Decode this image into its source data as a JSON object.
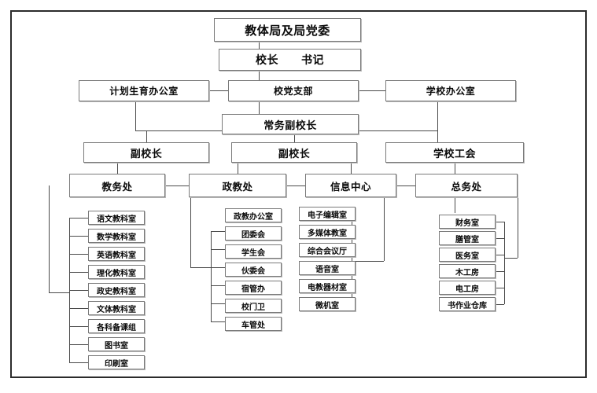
{
  "chart": {
    "type": "org-chart",
    "title_text": "",
    "levels": {
      "level1": [
        {
          "id": "bureau",
          "label": "教体局及局党委"
        }
      ],
      "level2": [
        {
          "id": "principal",
          "label": "校长　　书记"
        }
      ],
      "level3": [
        {
          "id": "family-planning-office",
          "label": "计划生育办公室"
        },
        {
          "id": "party-branch",
          "label": "校党支部"
        },
        {
          "id": "school-office",
          "label": "学校办公室"
        }
      ],
      "level4": [
        {
          "id": "executive-vice-principal",
          "label": "常务副校长"
        }
      ],
      "level5": [
        {
          "id": "vice-principal-1",
          "label": "副校长"
        },
        {
          "id": "vice-principal-2",
          "label": "副校长"
        },
        {
          "id": "labor-union",
          "label": "学校工会"
        }
      ],
      "departments": [
        {
          "id": "academic-affairs",
          "label": "教务处"
        },
        {
          "id": "moral-education",
          "label": "政教处"
        },
        {
          "id": "information-center",
          "label": "信息中心"
        },
        {
          "id": "general-affairs",
          "label": "总务处"
        }
      ]
    },
    "groups": [
      {
        "parent": "academic-affairs",
        "side": "left",
        "items": [
          {
            "id": "chinese-room",
            "label": "语文教科室"
          },
          {
            "id": "math-room",
            "label": "数学教科室"
          },
          {
            "id": "english-room",
            "label": "英语教科室"
          },
          {
            "id": "physics-chem-room",
            "label": "理化教科室"
          },
          {
            "id": "politics-history-room",
            "label": "政史教科室"
          },
          {
            "id": "arts-pe-room",
            "label": "文体教科室"
          },
          {
            "id": "lesson-prep-groups",
            "label": "各科备课组"
          },
          {
            "id": "library",
            "label": "图书室"
          },
          {
            "id": "print-room",
            "label": "印刷室"
          }
        ]
      },
      {
        "parent": "moral-education",
        "side": "left",
        "items": [
          {
            "id": "moral-edu-office",
            "label": "政教办公室"
          },
          {
            "id": "youth-league",
            "label": "团委会"
          },
          {
            "id": "student-union",
            "label": "学生会"
          },
          {
            "id": "canteen-committee",
            "label": "伙委会"
          },
          {
            "id": "dorm-office",
            "label": "宿管办"
          },
          {
            "id": "school-gate-guard",
            "label": "校门卫"
          },
          {
            "id": "vehicle-office",
            "label": "车管处"
          }
        ]
      },
      {
        "parent": "information-center",
        "side": "right",
        "items": [
          {
            "id": "electronic-editing-room",
            "label": "电子编辑室"
          },
          {
            "id": "multimedia-classroom",
            "label": "多媒体教室"
          },
          {
            "id": "conference-hall",
            "label": "综合会议厅"
          },
          {
            "id": "language-lab",
            "label": "语音室"
          },
          {
            "id": "av-equipment-room",
            "label": "电教器材室"
          },
          {
            "id": "computer-room",
            "label": "微机室"
          }
        ]
      },
      {
        "parent": "general-affairs",
        "side": "right",
        "items": [
          {
            "id": "finance-room",
            "label": "财务室"
          },
          {
            "id": "dining-management-room",
            "label": "膳管室"
          },
          {
            "id": "medical-room",
            "label": "医务室"
          },
          {
            "id": "carpentry-workshop",
            "label": "木工房"
          },
          {
            "id": "electrical-workshop",
            "label": "电工房"
          },
          {
            "id": "textbook-warehouse",
            "label": "书作业仓库"
          }
        ]
      }
    ],
    "colors": {
      "frame_border": "#2b2b2b",
      "box_border": "#7a7a7a",
      "box_shadow": "#b9b9b9",
      "connector": "#4a4a4a",
      "text": "#0a0a0a",
      "background": "#ffffff"
    }
  }
}
